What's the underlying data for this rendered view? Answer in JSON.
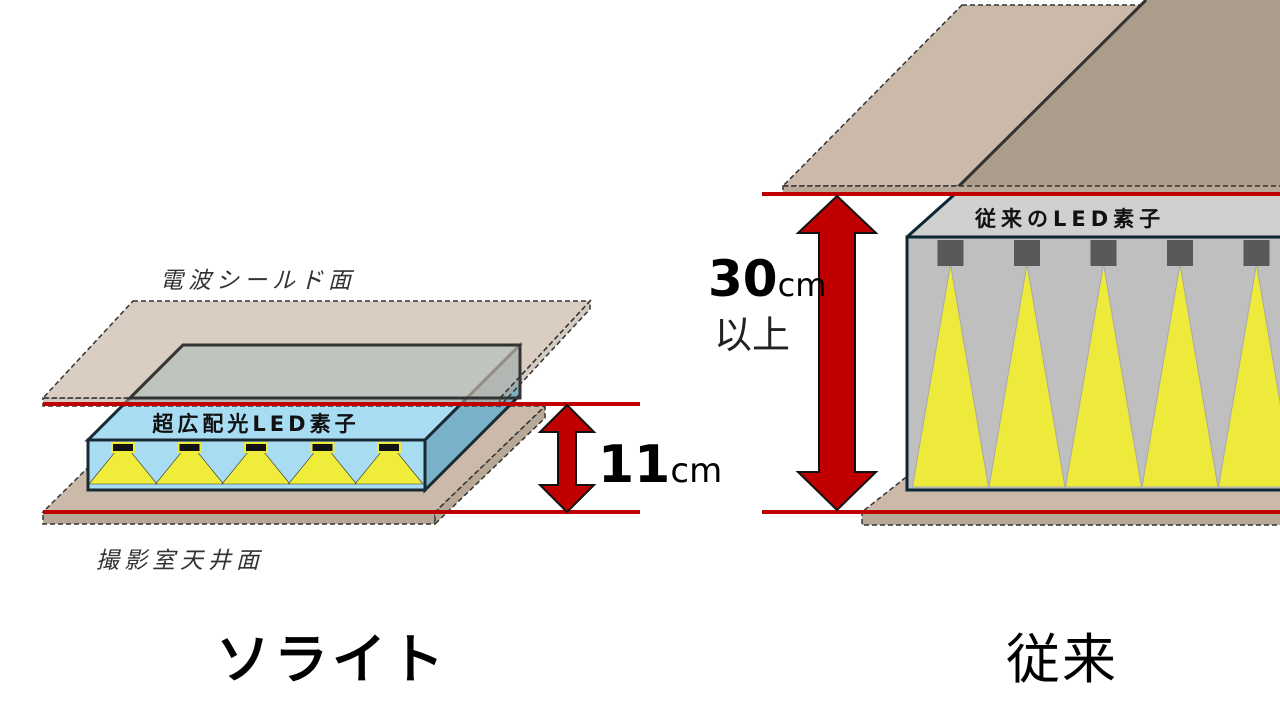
{
  "left": {
    "shield_label": "電波シールド面",
    "ceiling_label": "撮影室天井面",
    "device_label": "超広配光LED素子",
    "height_value": "11",
    "height_unit": "cm",
    "caption": "ソライト",
    "led_count": 5
  },
  "right": {
    "device_label": "従来のLED素子",
    "height_value": "30",
    "height_unit": "cm",
    "height_qualifier": "以上",
    "caption": "従来",
    "led_count": 5
  },
  "colors": {
    "red_line": "#c00000",
    "plate": "#cbb9a9",
    "plate_dark": "#ac9c8c",
    "led_light": "#f0ec3a",
    "soraito_box": "#a8dcf2",
    "conventional_box": "#bfbfbf"
  }
}
